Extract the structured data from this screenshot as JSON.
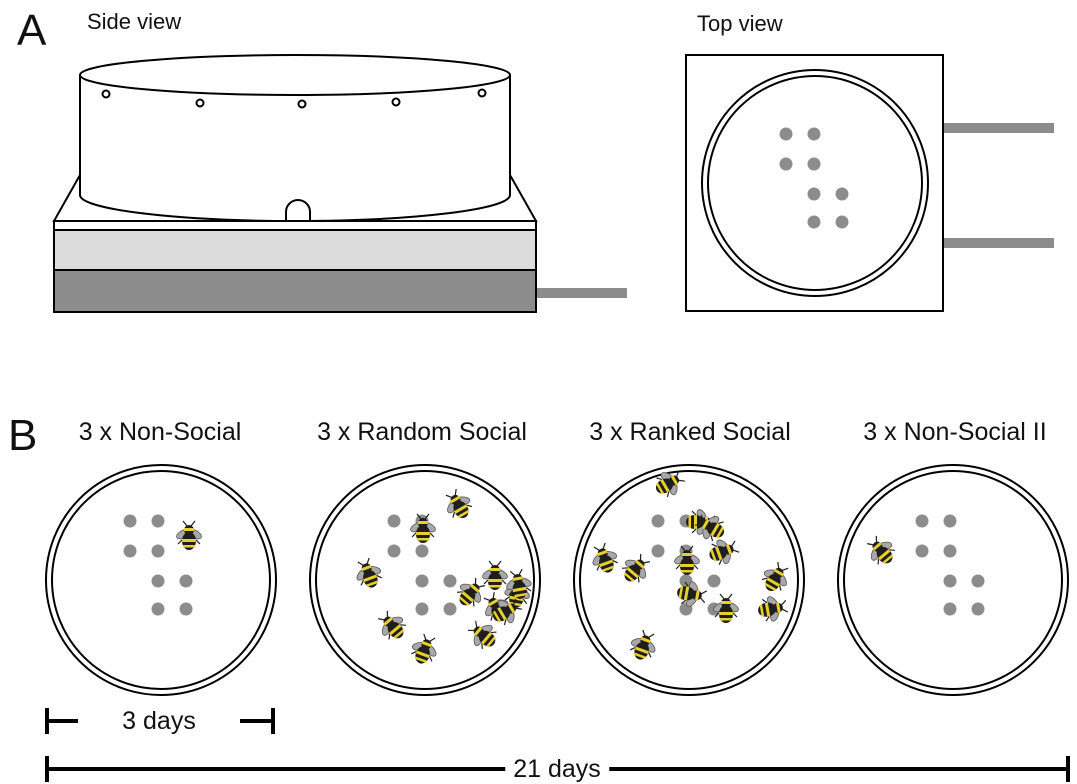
{
  "panel_a": {
    "letter": "A",
    "side_view_title": "Side view",
    "top_view_title": "Top view"
  },
  "panel_b": {
    "letter": "B",
    "conditions": [
      {
        "label": "3 x Non-Social",
        "bees": 1
      },
      {
        "label": "3 x Random Social",
        "bees": 12
      },
      {
        "label": "3 x Ranked Social",
        "bees": 12
      },
      {
        "label": "3 x Non-Social II",
        "bees": 1
      }
    ],
    "timeline": {
      "short_label": "3 days",
      "long_label": "21 days"
    }
  },
  "colors": {
    "outline": "#000000",
    "flower_dot": "#8c8c8c",
    "tube": "#8c8c8c",
    "light_layer": "#dcdcdc",
    "dark_layer": "#8c8c8c",
    "bee_body": "#1e1e1e",
    "bee_stripe": "#e8cf2c",
    "bee_wing": "#a8a8a8"
  },
  "icons": {
    "bee": "bumblebee-icon",
    "flower": "artificial-flower-dot"
  }
}
